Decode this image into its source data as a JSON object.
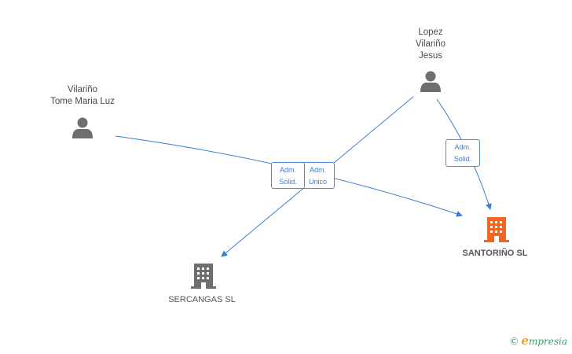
{
  "people": [
    {
      "lines": [
        "Lopez",
        "Vilariño",
        "Jesus"
      ]
    },
    {
      "lines": [
        "Vilariño",
        "Tome Maria Luz"
      ]
    }
  ],
  "companies": [
    {
      "name": "SANTORIÑO SL",
      "highlight": true
    },
    {
      "name": "SERCANGAS SL",
      "highlight": false
    }
  ],
  "relations": [
    {
      "lines": [
        "Adm.",
        "Solid."
      ]
    },
    {
      "lines": [
        "Adm.",
        "Solid."
      ]
    },
    {
      "lines": [
        "Adm.",
        "Unico"
      ]
    }
  ],
  "colors": {
    "person_icon": "#6e6e6e",
    "company_icon": "#6e6e6e",
    "highlight_company_icon": "#f26522",
    "edge": "#3b7fd0"
  },
  "watermark": {
    "symbol": "©",
    "initial": "e",
    "rest": "mpresia"
  }
}
